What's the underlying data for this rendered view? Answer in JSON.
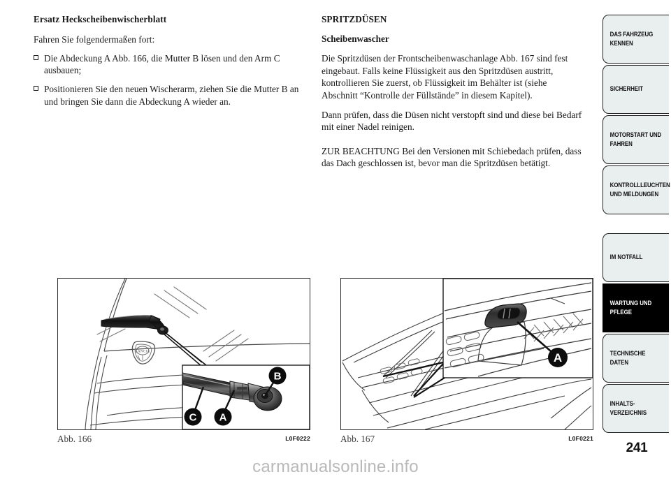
{
  "document": {
    "page_number": "241",
    "watermark": "carmanualsonline.info"
  },
  "left_column": {
    "heading": "Ersatz Heckscheibenwischerblatt",
    "intro": "Fahren Sie folgendermaßen fort:",
    "bullets": [
      "Die Abdeckung A Abb. 166, die Mutter B lösen und den Arm C ausbauen;",
      "Positionieren Sie den neuen Wischerarm, ziehen Sie die Mutter B an und bringen Sie dann die Abdeckung A wieder an."
    ]
  },
  "right_column": {
    "heading": "SPRITZDÜSEN",
    "subheading": "Scheibenwascher",
    "paragraphs": [
      "Die Spritzdüsen der Frontscheibenwaschanlage Abb. 167 sind fest eingebaut. Falls keine Flüssigkeit aus den Spritzdüsen austritt, kontrollieren Sie zuerst, ob Flüssigkeit im Behälter ist (siehe Abschnitt “Kontrolle der Füllstände” in diesem Kapitel).",
      "Dann prüfen, dass die Düsen nicht verstopft sind und diese bei Bedarf mit einer Nadel reinigen.",
      "ZUR BEACHTUNG Bei den Versionen mit Schiebedach prüfen, dass das Dach geschlossen ist, bevor man die Spritzdüsen betätigt."
    ]
  },
  "figures": [
    {
      "id": "fig-166",
      "caption": "Abb. 166",
      "code": "L0F0222",
      "description": "Heckscheibe mit Heckscheibenwischer und Detailausschnitt des Wischerarms",
      "callouts": [
        "C",
        "A",
        "B"
      ]
    },
    {
      "id": "fig-167",
      "caption": "Abb. 167",
      "code": "L0F0221",
      "description": "Frontscheibenwaschanlage mit Spritzdüse, Detailausschnitt",
      "callouts": [
        "A"
      ]
    }
  ],
  "sidebar": {
    "tabs": [
      {
        "label": "DAS FAHRZEUG\nKENNEN",
        "active": false
      },
      {
        "label": "SICHERHEIT",
        "active": false
      },
      {
        "label": "MOTORSTART UND\nFAHREN",
        "active": false
      },
      {
        "label": "KONTROLLLEUCHTEN\nUND MELDUNGEN",
        "active": false
      },
      {
        "label": "IM NOTFALL",
        "active": false
      },
      {
        "label": "WARTUNG UND\nPFLEGE",
        "active": true
      },
      {
        "label": "TECHNISCHE\nDATEN",
        "active": false
      },
      {
        "label": "INHALTS-\nVERZEICHNIS",
        "active": false
      }
    ]
  },
  "colors": {
    "tab_fill": "#e9efef",
    "tab_active_fill": "#000000",
    "text": "#1a1a1a",
    "watermark": "#b9b9b9"
  }
}
